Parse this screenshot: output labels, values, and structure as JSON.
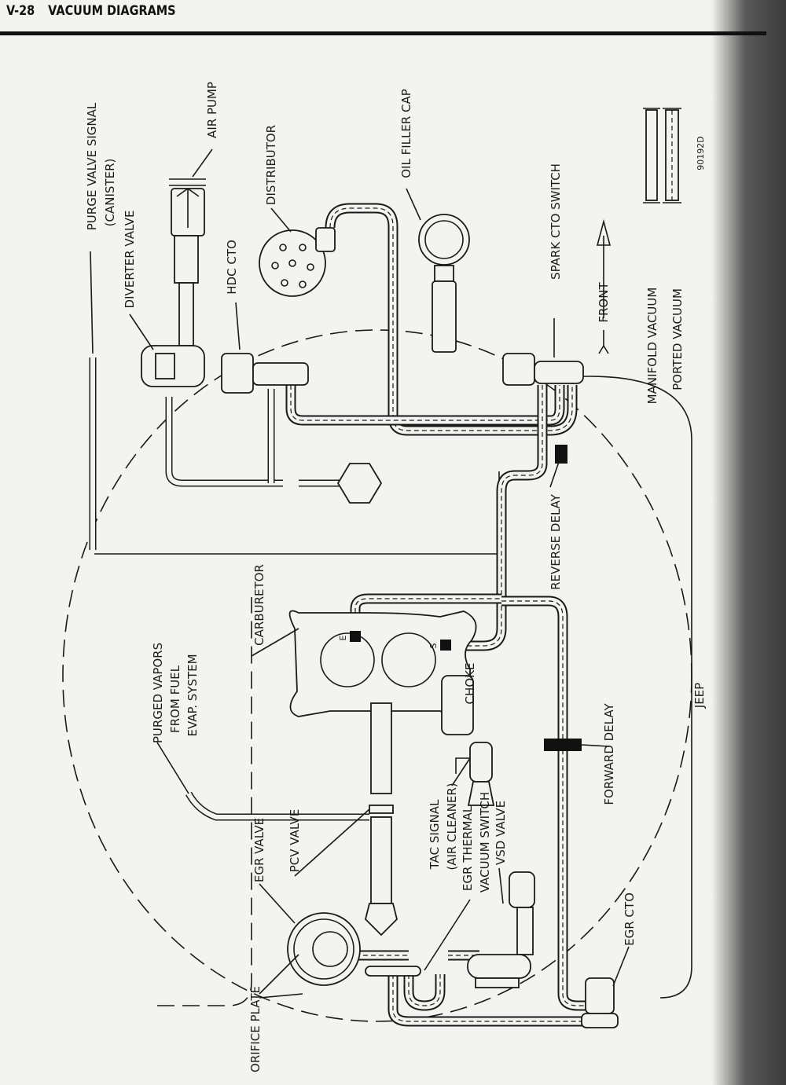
{
  "header": {
    "page_number": "V-28",
    "section_title": "VACUUM DIAGRAMS"
  },
  "labels": {
    "purge_valve_signal": "PURGE VALVE SIGNAL",
    "canister": "(CANISTER)",
    "diverter_valve": "DIVERTER VALVE",
    "air_pump": "AIR PUMP",
    "hdc_cto": "HDC CTO",
    "distributor": "DISTRIBUTOR",
    "oil_filler_cap": "OIL FILLER CAP",
    "spark_cto_switch": "SPARK CTO SWITCH",
    "front": "FRONT",
    "reverse_delay": "REVERSE DELAY",
    "carburetor": "CARBURETOR",
    "port_e": "E",
    "port_s": "S",
    "choke": "CHOKE",
    "purged_vapors_1": "PURGED VAPORS",
    "purged_vapors_2": "FROM FUEL",
    "purged_vapors_3": "EVAP. SYSTEM",
    "forward_delay": "FORWARD DELAY",
    "jeep": "JEEP",
    "tac_signal_1": "TAC SIGNAL",
    "tac_signal_2": "(AIR CLEANER)",
    "egr_thermal_1": "EGR THERMAL",
    "egr_thermal_2": "VACUUM SWITCH",
    "vsd_valve": "VSD VALVE",
    "egr_valve": "EGR VALVE",
    "pcv_valve": "PCV VALVE",
    "orifice_plate": "ORIFICE PLATE",
    "egr_cto": "EGR CTO"
  },
  "legend": {
    "manifold_vacuum": "MANIFOLD VACUUM",
    "ported_vacuum": "PORTED VACUUM",
    "figure_id": "90192D"
  }
}
